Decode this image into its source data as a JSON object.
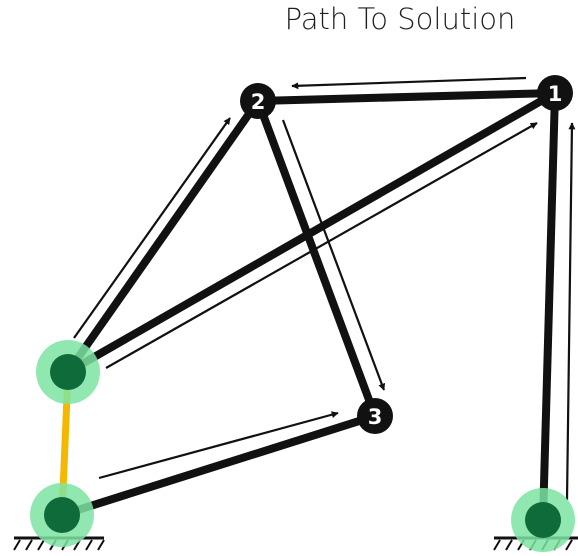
{
  "title": "Path To Solution",
  "colors": {
    "background": "#ffffff",
    "link": "#111111",
    "crank": "#f5b800",
    "joint_fill": "#0f6b3a",
    "joint_halo": "#7ee3a2",
    "node_fill": "#111111",
    "node_text": "#ffffff"
  },
  "nodes": [
    {
      "id": "node-1",
      "label": "1"
    },
    {
      "id": "node-2",
      "label": "2"
    },
    {
      "id": "node-3",
      "label": "3"
    }
  ],
  "ground_joints": [
    {
      "id": "ground-joint-left"
    },
    {
      "id": "ground-joint-right"
    }
  ],
  "moving_joints": [
    {
      "id": "crank-joint"
    }
  ],
  "path_arrows": [
    {
      "id": "arrow-node1-to-node2"
    },
    {
      "id": "arrow-crank-to-node2"
    },
    {
      "id": "arrow-node2-to-node3"
    },
    {
      "id": "arrow-crank-to-node1"
    },
    {
      "id": "arrow-ground-to-node3"
    },
    {
      "id": "arrow-ground-to-node1"
    }
  ]
}
